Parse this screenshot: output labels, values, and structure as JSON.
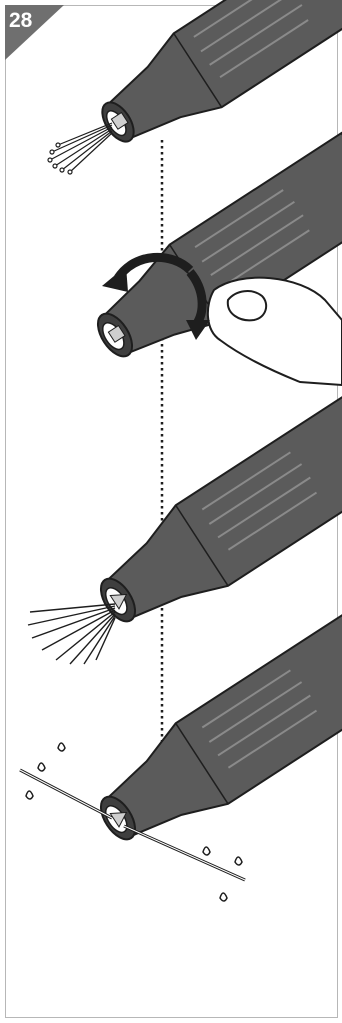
{
  "step": {
    "number": "28"
  },
  "colors": {
    "tool_body": "#5b5b5b",
    "tool_dark": "#3f3f3f",
    "tool_highlight": "#8a8a8a",
    "badge": "#6f6f6f",
    "outline": "#1e1e1e",
    "blade": "#cfcfcf"
  },
  "panels": [
    {
      "name": "panel-1-bristles-in-collet"
    },
    {
      "name": "panel-2-twist-to-tighten"
    },
    {
      "name": "panel-3-bristles-fanned"
    },
    {
      "name": "panel-4-wire-cut"
    }
  ],
  "icons": [
    "rotate-arrow-icon",
    "hand-icon",
    "wire-bristles-icon",
    "cut-wire-icon",
    "splash-drops-icon",
    "dotted-guide-line"
  ]
}
